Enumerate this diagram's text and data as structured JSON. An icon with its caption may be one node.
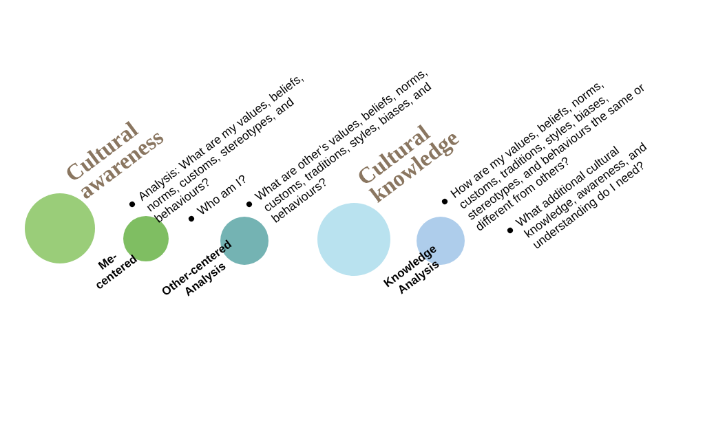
{
  "diagram": {
    "nodes": [
      {
        "text": [
          "Cultural awareness"
        ]
      },
      {
        "text": [
          "Me-centered"
        ]
      },
      {
        "text": [
          "Other-centered Analysis"
        ]
      },
      {
        "text": [
          "Cultural knowledge"
        ]
      },
      {
        "text": [
          "Knowledge Analysis"
        ]
      }
    ],
    "labels": [
      "Analysis: What are my values, beliefs, norms, customs, stereotypes, and behaviours?",
      "Who am I?",
      "What are other’s values, beliefs, norms, customs, traditions, styles, biases, and behaviours?",
      "How are my values, beliefs, norms, customs, traditions, styles, biases, stereotypes, and behaviours the same or different from others?",
      "What additional cultural knowledge, awareness, and understanding do I need?"
    ]
  }
}
